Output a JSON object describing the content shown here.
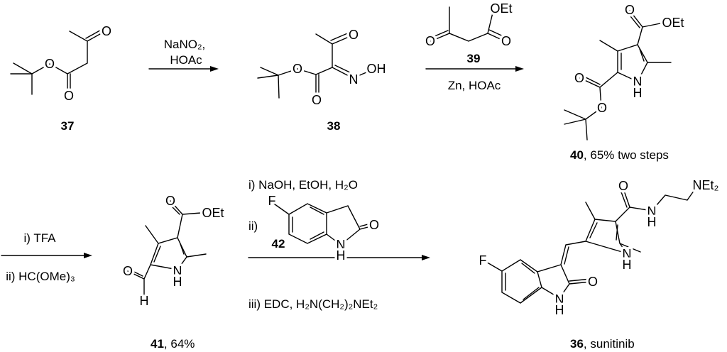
{
  "scheme": {
    "compounds": [
      {
        "id": "37",
        "label": "37",
        "caption": ""
      },
      {
        "id": "38",
        "label": "38",
        "caption": ""
      },
      {
        "id": "39",
        "label": "39",
        "caption": ""
      },
      {
        "id": "40",
        "label": "40",
        "caption": ", 65% two steps"
      },
      {
        "id": "41",
        "label": "41",
        "caption": ", 64%"
      },
      {
        "id": "42",
        "label": "42",
        "caption": ""
      },
      {
        "id": "36",
        "label": "36",
        "caption": ", sunitinib"
      }
    ],
    "steps": [
      {
        "reagents_top": [
          "NaNO₂,",
          "HOAc"
        ],
        "reagents_bottom": []
      },
      {
        "reagents_top": [],
        "reagents_bottom": [
          "Zn, HOAc"
        ]
      },
      {
        "reagents_top": [
          "i) TFA"
        ],
        "reagents_bottom": [
          "ii) HC(OMe)₃"
        ]
      },
      {
        "reagents_top": [
          "i) NaOH, EtOH, H₂O",
          "ii)"
        ],
        "reagents_bottom": [
          "iii) EDC, H₂N(CH₂)₂NEt₂"
        ]
      }
    ],
    "atoms": {
      "O": "O",
      "OH": "OH",
      "N": "N",
      "NH_N": "N",
      "H": "H",
      "OEt": "OEt",
      "F": "F",
      "NEt2": "NEt₂"
    }
  }
}
